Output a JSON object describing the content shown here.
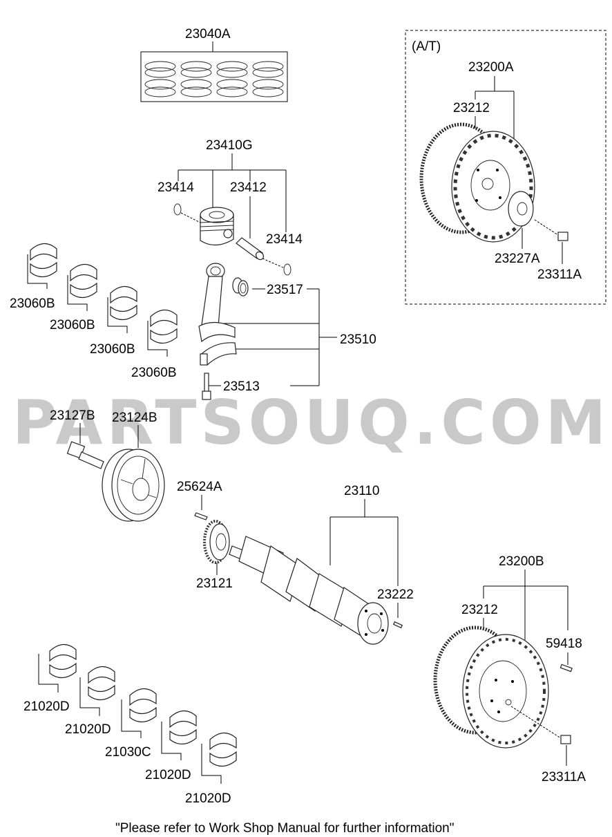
{
  "watermark": "PARTSOUQ.COM",
  "footer_note": "\"Please refer to Work Shop Manual for further information\"",
  "at_box_label": "(A/T)",
  "labels": {
    "piston_rings": "23040A",
    "piston_assy": "23410G",
    "snap_ring_left": "23414",
    "piston_pin": "23412",
    "snap_ring_right": "23414",
    "conrod_bushing": "23517",
    "conrod_assy": "23510",
    "conrod_bolt": "23513",
    "conrod_bearing_1": "23060B",
    "conrod_bearing_2": "23060B",
    "conrod_bearing_3": "23060B",
    "conrod_bearing_4": "23060B",
    "pulley_bolt": "23127B",
    "damper_pulley": "23124B",
    "key": "25624A",
    "sprocket": "23121",
    "crankshaft_assy": "23110",
    "pin": "23222",
    "drive_plate_assy": "23200A",
    "ring_gear_at": "23212",
    "adapter_plate": "23227A",
    "bolt_at": "23311A",
    "flywheel_assy": "23200B",
    "ring_gear_mt": "23212",
    "dowel_pin": "59418",
    "bolt_mt": "23311A",
    "main_bearing_1": "21020D",
    "main_bearing_2": "21020D",
    "main_bearing_3": "21030C",
    "main_bearing_4": "21020D",
    "main_bearing_5": "21020D"
  }
}
